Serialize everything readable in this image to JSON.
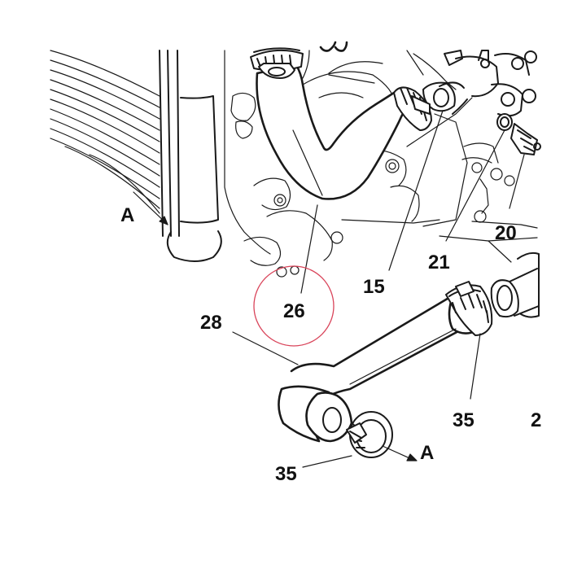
{
  "diagram": {
    "callouts": {
      "a_left": "A",
      "a_right": "A",
      "n26": "26",
      "n15": "15",
      "n21": "21",
      "n20": "20",
      "n28": "28",
      "n35_right": "35",
      "n35_bottom": "35",
      "n2_partial": "2"
    },
    "highlight": {
      "part": "26",
      "color": "#d9445a"
    }
  }
}
